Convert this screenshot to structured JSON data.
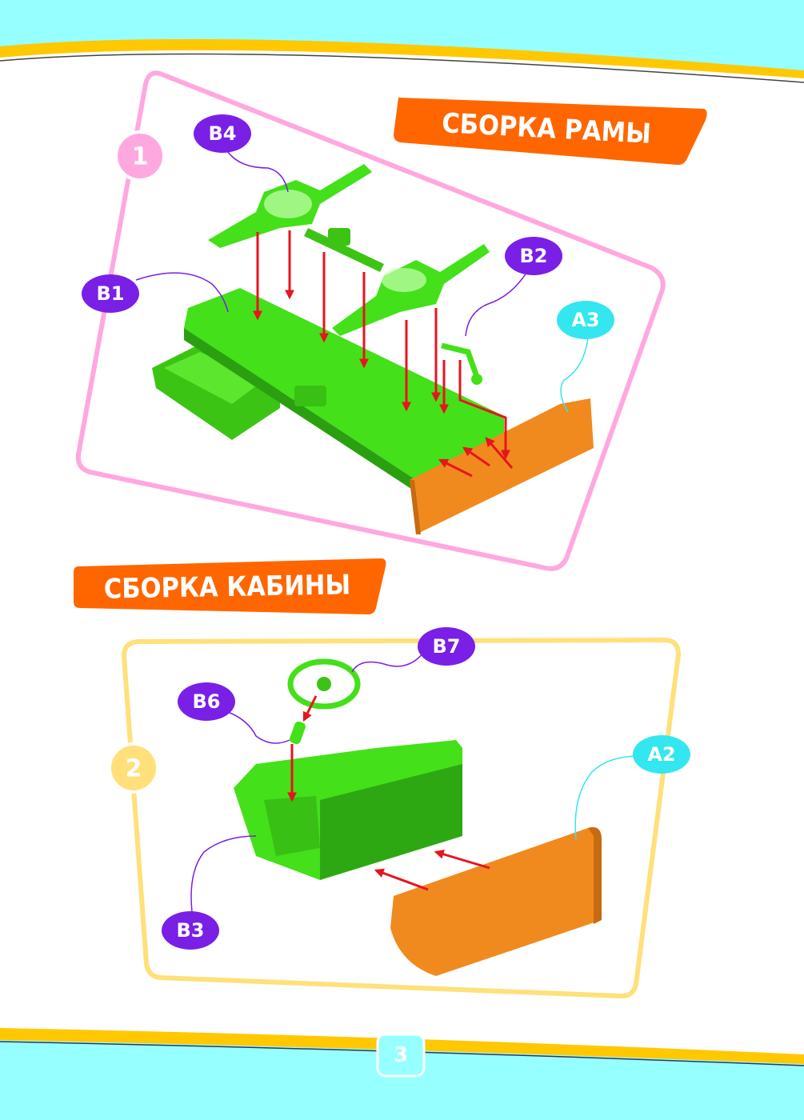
{
  "colors": {
    "background": "#96ffff",
    "band": "#ffc800",
    "accent_orange": "#ff6600",
    "label_purple": "#7a1fe6",
    "label_cyan": "#33e6f0",
    "part_green": "#44e01a",
    "part_orange": "#f08a1e",
    "arrow_red": "#e8141e",
    "step1_frame": "#ffa8e0",
    "step2_frame": "#ffe07a"
  },
  "step1": {
    "number": "1",
    "title": "СБОРКА РАМЫ",
    "labels": {
      "b4": "B4",
      "b2": "B2",
      "b1": "B1",
      "a3": "A3"
    }
  },
  "step2": {
    "number": "2",
    "title": "СБОРКА КАБИНЫ",
    "labels": {
      "b7": "B7",
      "b6": "B6",
      "a2": "A2",
      "b3": "B3"
    }
  },
  "page_number": "3"
}
